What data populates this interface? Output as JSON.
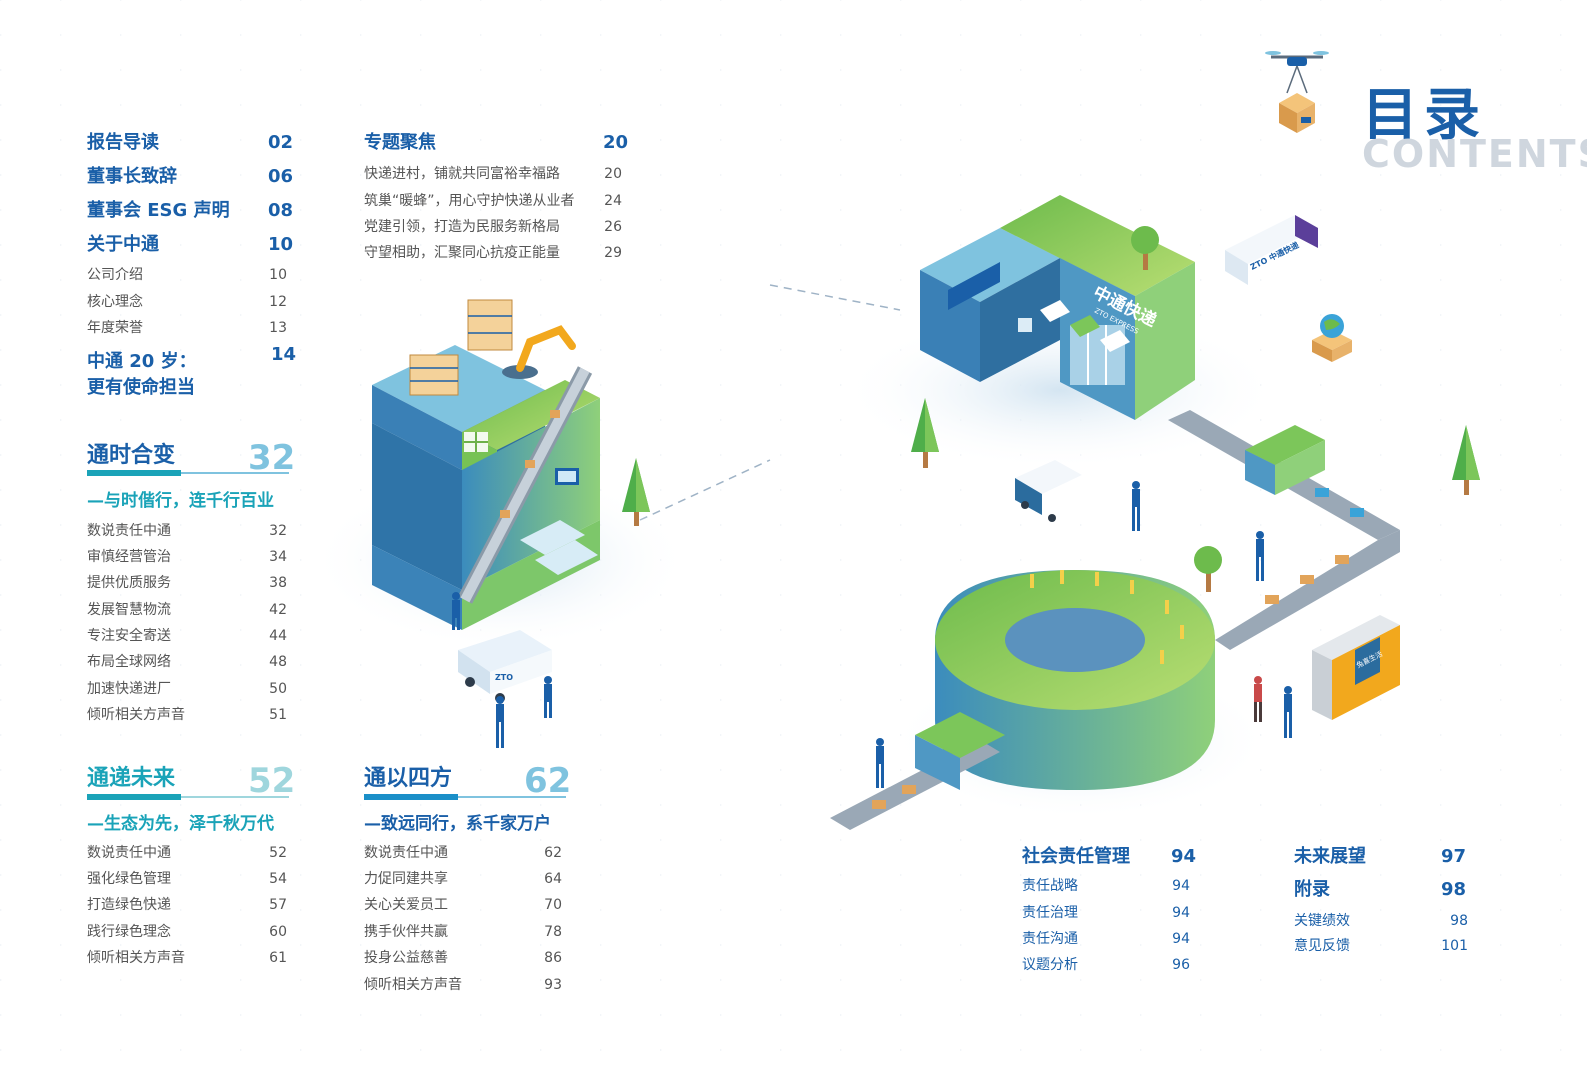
{
  "header": {
    "title_cn": "目录",
    "title_en": "CONTENTS"
  },
  "col1_top": [
    {
      "label": "报告导读",
      "page": "02"
    },
    {
      "label": "董事长致辞",
      "page": "06"
    },
    {
      "label": "董事会 ESG 声明",
      "page": "08"
    },
    {
      "label": "关于中通",
      "page": "10"
    }
  ],
  "col1_about": [
    {
      "label": "公司介绍",
      "page": "10"
    },
    {
      "label": "核心理念",
      "page": "12"
    },
    {
      "label": "年度荣誉",
      "page": "13"
    }
  ],
  "col1_anniv": {
    "line1": "中通 20 岁：",
    "line2": "更有使命担当",
    "page": "14"
  },
  "section1": {
    "title": "通时合变",
    "number": "32",
    "subtitle": "—与时偕行，连千行百业",
    "items": [
      {
        "label": "数说责任中通",
        "page": "32"
      },
      {
        "label": "审慎经营管治",
        "page": "34"
      },
      {
        "label": "提供优质服务",
        "page": "38"
      },
      {
        "label": "发展智慧物流",
        "page": "42"
      },
      {
        "label": "专注安全寄送",
        "page": "44"
      },
      {
        "label": "布局全球网络",
        "page": "48"
      },
      {
        "label": "加速快递进厂",
        "page": "50"
      },
      {
        "label": "倾听相关方声音",
        "page": "51"
      }
    ]
  },
  "section2": {
    "title": "通递未来",
    "number": "52",
    "subtitle": "—生态为先，泽千秋万代",
    "items": [
      {
        "label": "数说责任中通",
        "page": "52"
      },
      {
        "label": "强化绿色管理",
        "page": "54"
      },
      {
        "label": "打造绿色快递",
        "page": "57"
      },
      {
        "label": "践行绿色理念",
        "page": "60"
      },
      {
        "label": "倾听相关方声音",
        "page": "61"
      }
    ]
  },
  "special": {
    "title": "专题聚焦",
    "page": "20",
    "items": [
      {
        "label": "快递进村，铺就共同富裕幸福路",
        "page": "20"
      },
      {
        "label": "筑巢“暖蜂”，用心守护快递从业者",
        "page": "24"
      },
      {
        "label": "党建引领，打造为民服务新格局",
        "page": "26"
      },
      {
        "label": "守望相助，汇聚同心抗疫正能量",
        "page": "29"
      }
    ]
  },
  "section3": {
    "title": "通以四方",
    "number": "62",
    "subtitle": "—致远同行，系千家万户",
    "items": [
      {
        "label": "数说责任中通",
        "page": "62"
      },
      {
        "label": "力促同建共享",
        "page": "64"
      },
      {
        "label": "关心关爱员工",
        "page": "70"
      },
      {
        "label": "携手伙伴共赢",
        "page": "78"
      },
      {
        "label": "投身公益慈善",
        "page": "86"
      },
      {
        "label": "倾听相关方声音",
        "page": "93"
      }
    ]
  },
  "social": {
    "title": "社会责任管理",
    "page": "94",
    "items": [
      {
        "label": "责任战略",
        "page": "94"
      },
      {
        "label": "责任治理",
        "page": "94"
      },
      {
        "label": "责任沟通",
        "page": "94"
      },
      {
        "label": "议题分析",
        "page": "96"
      }
    ]
  },
  "future": {
    "title": "未来展望",
    "page": "97"
  },
  "appendix": {
    "title": "附录",
    "page": "98",
    "items": [
      {
        "label": "关键绩效",
        "page": "98"
      },
      {
        "label": "意见反馈",
        "page": "101"
      }
    ]
  },
  "illustration": {
    "brand_sign": "中通快递",
    "brand_sub": "ZTO EXPRESS",
    "truck_label": "ZTO 中通快递",
    "locker_label": "兔喜生活"
  },
  "colors": {
    "primary_blue": "#1a5fa8",
    "teal": "#1aa3b8",
    "green": "#7ec24a",
    "light_blue": "#7fc3df"
  }
}
